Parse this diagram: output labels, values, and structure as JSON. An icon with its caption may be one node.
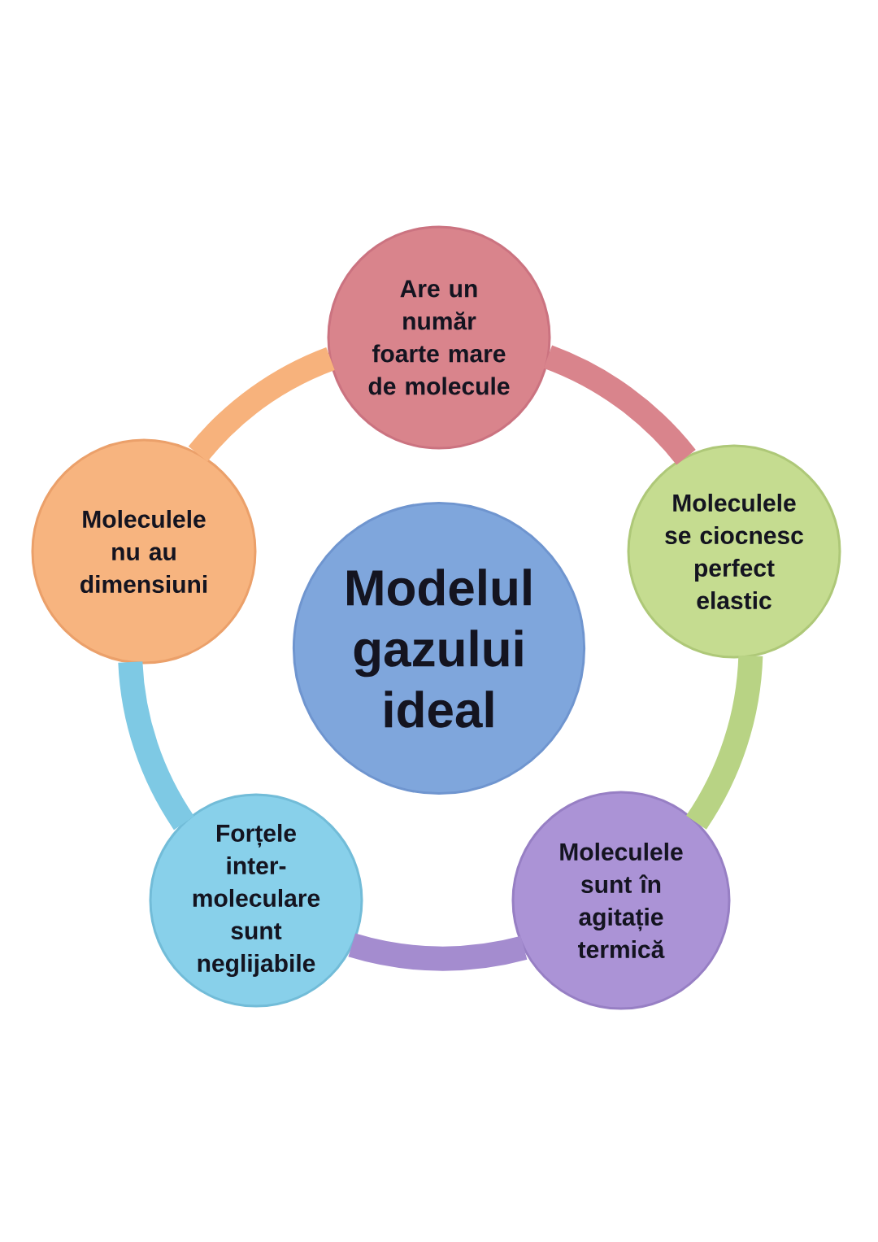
{
  "diagram": {
    "nodes": [
      {
        "text": [
          "Modelul gazului ideal"
        ]
      },
      {
        "text": [
          "Are un număr foarte mare de molecule"
        ]
      },
      {
        "text": [
          "Moleculele se ciocnesc perfect elastic"
        ]
      },
      {
        "text": [
          "Moleculele sunt în agitație termică"
        ]
      },
      {
        "text": [
          "Forțele inter- moleculare sunt neglijabile"
        ]
      },
      {
        "text": [
          "Moleculele nu au dimensiuni"
        ]
      }
    ],
    "edges": [
      {
        "from": 1,
        "to": 2,
        "arrow": "none",
        "color": "#d9848c"
      },
      {
        "from": 2,
        "to": 3,
        "arrow": "none",
        "color": "#b8d384"
      },
      {
        "from": 3,
        "to": 4,
        "arrow": "none",
        "color": "#a48ccf"
      },
      {
        "from": 4,
        "to": 5,
        "arrow": "none",
        "color": "#7ec9e4"
      },
      {
        "from": 5,
        "to": 1,
        "arrow": "none",
        "color": "#f7b27c"
      }
    ]
  }
}
